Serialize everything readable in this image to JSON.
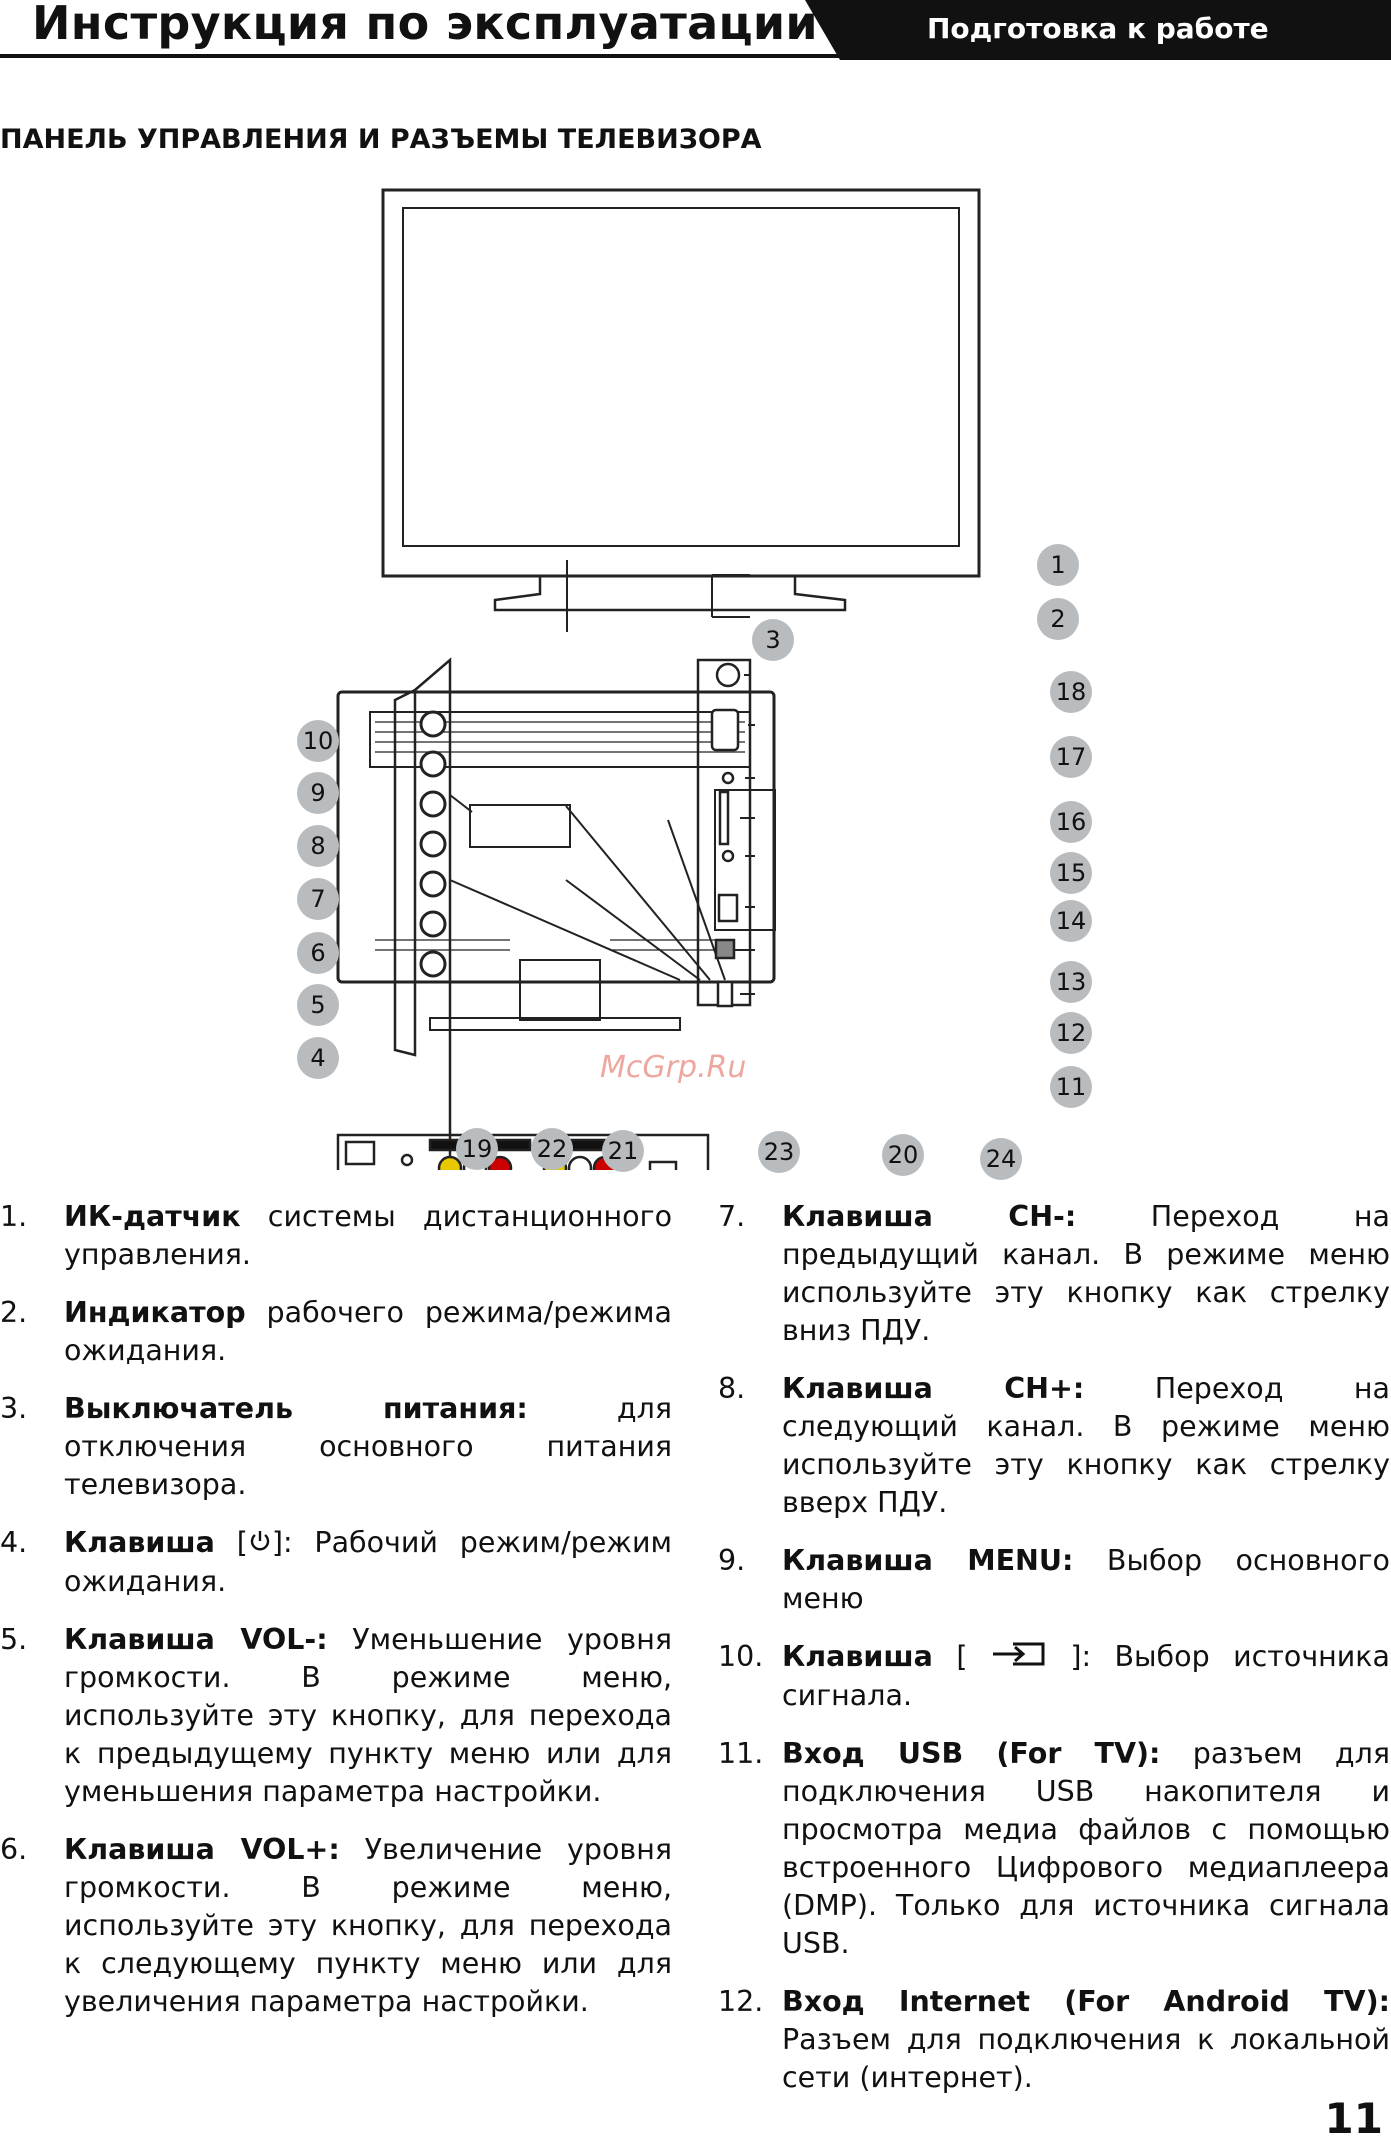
{
  "header": {
    "title": "Инструкция по эксплуатации",
    "tab": "Подготовка к работе"
  },
  "section_title": "ПАНЕЛЬ УПРАВЛЕНИЯ И РАЗЪЕМЫ ТЕЛЕВИЗОРА",
  "watermark": "McGrp.Ru",
  "callouts": [
    "1",
    "2",
    "3",
    "4",
    "5",
    "6",
    "7",
    "8",
    "9",
    "10",
    "11",
    "12",
    "13",
    "14",
    "15",
    "16",
    "17",
    "18",
    "19",
    "20",
    "21",
    "22",
    "23",
    "24"
  ],
  "items_left": [
    {
      "num": "1.",
      "bold": "ИК-датчик",
      "text": " системы дистанционного управления."
    },
    {
      "num": "2.",
      "bold": "Индикатор",
      "text": " рабочего режима/режима ожидания."
    },
    {
      "num": "3.",
      "bold": "Выключатель питания:",
      "text": " для отключения основного питания телевизора."
    },
    {
      "num": "4.",
      "bold": "Клавиша",
      "text_before": " [",
      "text": "]: Рабочий режим/режим ожидания.",
      "icon": "power-icon"
    },
    {
      "num": "5.",
      "bold": "Клавиша VOL-:",
      "text": " Уменьшение уровня громкости. В режиме меню, используйте эту кнопку, для перехода к предыдущему пункту меню или для уменьшения параметра настройки."
    },
    {
      "num": "6.",
      "bold": "Клавиша VOL+:",
      "text": " Увеличение уровня громкости. В режиме меню, используйте эту кнопку, для перехода к следующему пункту меню или для увеличения параметра настройки."
    }
  ],
  "items_right": [
    {
      "num": "7.",
      "bold": "Клавиша CH-:",
      "text": " Переход на предыдущий канал. В режиме меню используйте эту кнопку как стрелку вниз ПДУ."
    },
    {
      "num": "8.",
      "bold": "Клавиша CH+:",
      "text": " Переход на следующий канал. В режиме меню используйте эту кнопку как стрелку вверх ПДУ."
    },
    {
      "num": "9.",
      "bold": "Клавиша MENU:",
      "text": " Выбор основного меню"
    },
    {
      "num": "10.",
      "bold": "Клавиша",
      "text_before": " [ ",
      "text": " ]: Выбор источника сигнала.",
      "icon": "input-source-icon"
    },
    {
      "num": "11.",
      "bold": "Вход USB (For TV):",
      "text": " разъем для подключения USB накопителя и просмотра медиа файлов с помощью встроенного Цифрового медиаплеера (DMP). Только для источника сигнала USB."
    },
    {
      "num": "12.",
      "bold": "Вход Internet (For Android TV):",
      "text": " Разъем для подключения к локальной сети (интернет)."
    }
  ],
  "page_number": "11"
}
